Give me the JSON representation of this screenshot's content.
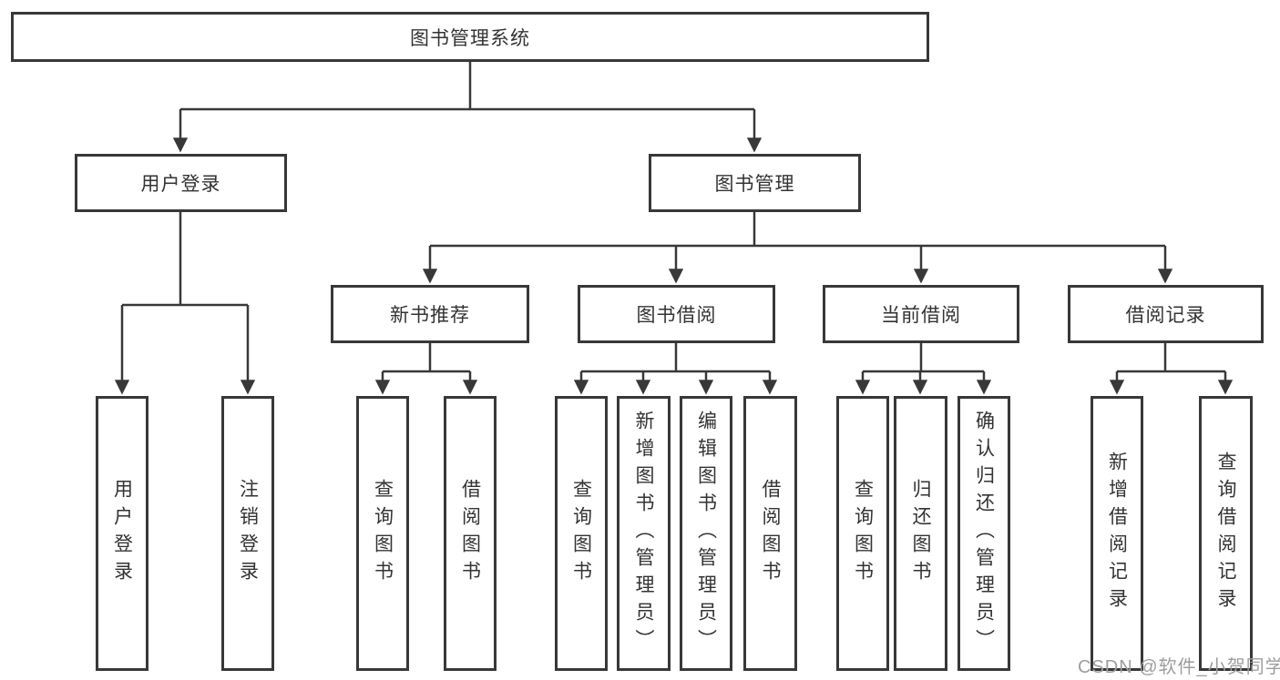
{
  "diagram": {
    "root": {
      "label": "图书管理系统"
    },
    "level2": [
      {
        "label": "用户登录"
      },
      {
        "label": "图书管理"
      }
    ],
    "level3": [
      {
        "label": "新书推荐"
      },
      {
        "label": "图书借阅"
      },
      {
        "label": "当前借阅"
      },
      {
        "label": "借阅记录"
      }
    ],
    "leaves": [
      {
        "label": "用户登录"
      },
      {
        "label": "注销登录"
      },
      {
        "label": "查询图书"
      },
      {
        "label": "借阅图书"
      },
      {
        "label": "查询图书"
      },
      {
        "label": "新增图书（管理员）"
      },
      {
        "label": "编辑图书（管理员）"
      },
      {
        "label": "借阅图书"
      },
      {
        "label": "查询图书"
      },
      {
        "label": "归还图书"
      },
      {
        "label": "确认归还（管理员）"
      },
      {
        "label": "新增借阅记录"
      },
      {
        "label": "查询借阅记录"
      }
    ],
    "watermark": "CSDN @软件_小贺同学",
    "colors": {
      "line": "#383838",
      "text": "#333333",
      "watermark": "#9e9e9e",
      "background": "#ffffff"
    }
  }
}
